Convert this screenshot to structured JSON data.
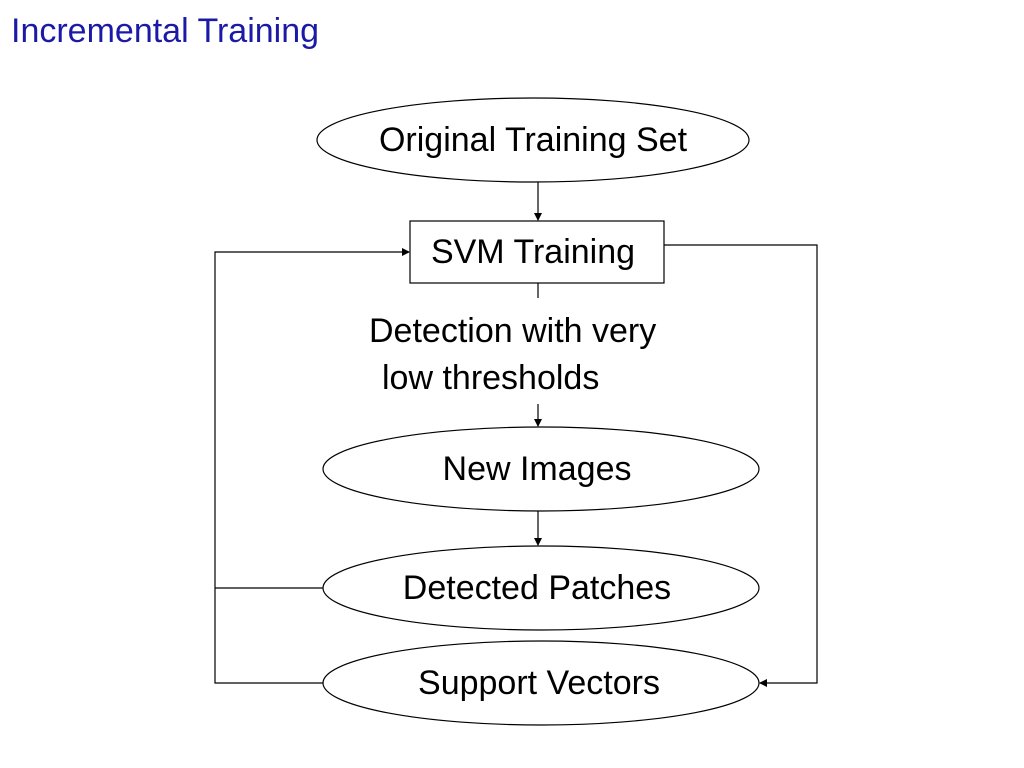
{
  "slide": {
    "title": "Incremental Training"
  },
  "diagram": {
    "nodes": {
      "original_training_set": "Original Training Set",
      "svm_training": "SVM Training",
      "new_images": "New Images",
      "detected_patches": "Detected Patches",
      "support_vectors": "Support Vectors"
    },
    "edge_label_lines": [
      "Detection with very",
      "low thresholds"
    ],
    "edges": [
      {
        "from": "Original Training Set",
        "to": "SVM Training"
      },
      {
        "from": "SVM Training",
        "to": "New Images",
        "label": "Detection with very low thresholds"
      },
      {
        "from": "New Images",
        "to": "Detected Patches"
      },
      {
        "from": "SVM Training",
        "to": "Support Vectors"
      },
      {
        "from": "Detected Patches",
        "to": "SVM Training"
      },
      {
        "from": "Support Vectors",
        "to": "SVM Training"
      }
    ]
  },
  "colors": {
    "title": "#1a1aa6",
    "stroke": "#000000",
    "background": "#ffffff"
  }
}
